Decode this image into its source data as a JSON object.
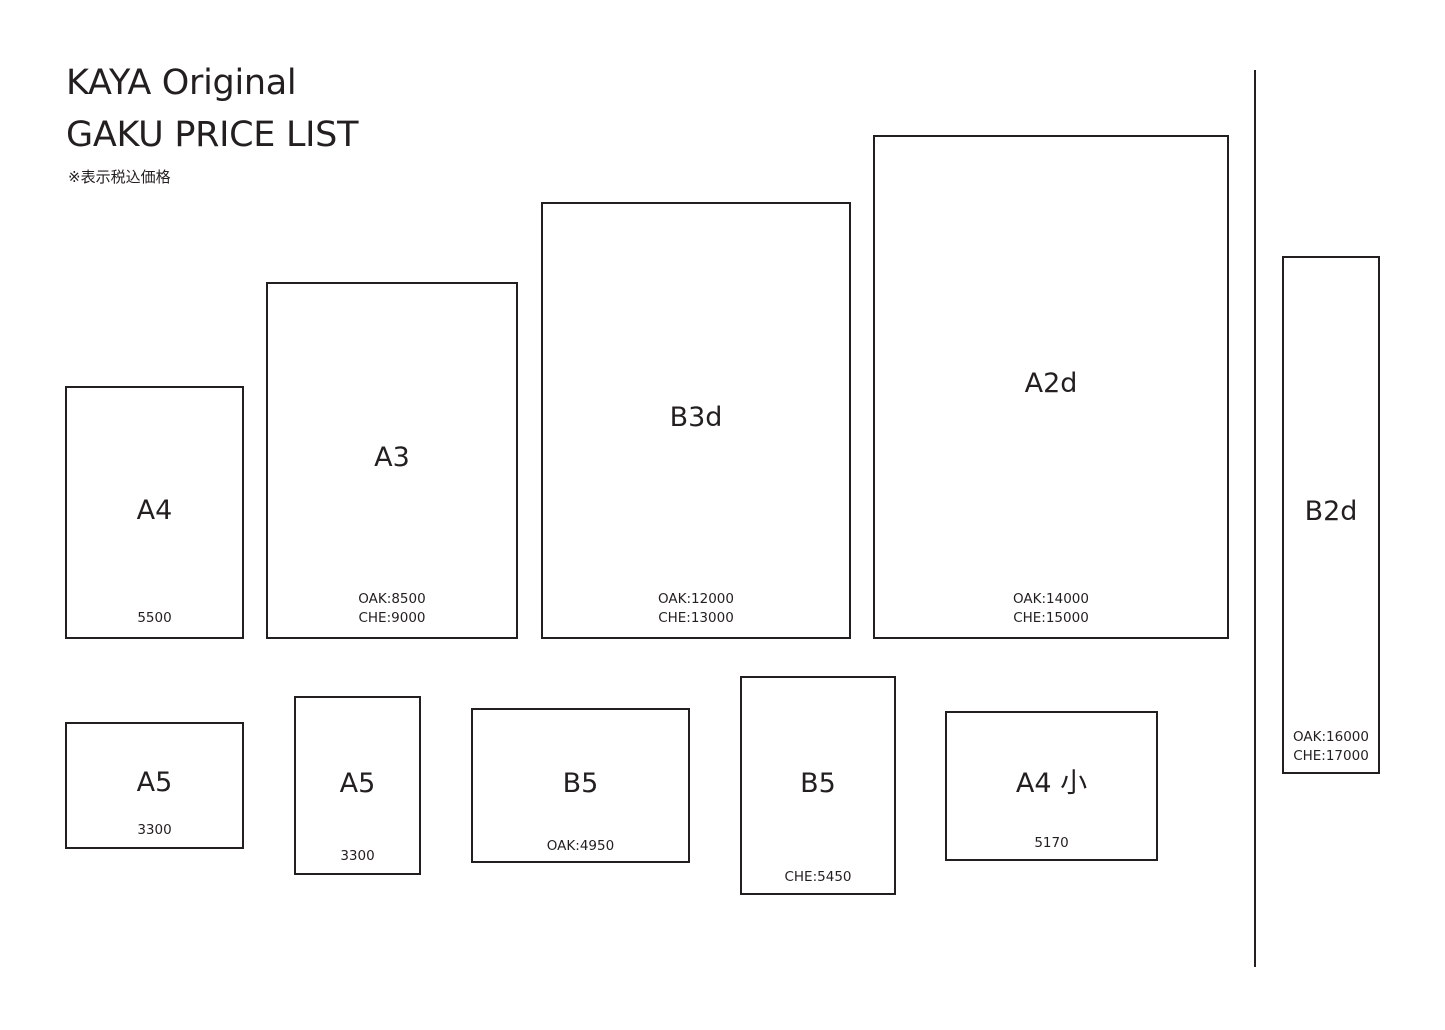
{
  "header": {
    "title_line1": "KAYA Original",
    "title_line2": "GAKU PRICE LIST",
    "note": "※表示税込価格"
  },
  "frames": {
    "a4": {
      "label": "A4",
      "prices": [
        "5500"
      ]
    },
    "a3": {
      "label": "A3",
      "prices": [
        "OAK:8500",
        "CHE:9000"
      ]
    },
    "b3d": {
      "label": "B3d",
      "prices": [
        "OAK:12000",
        "CHE:13000"
      ]
    },
    "a2d": {
      "label": "A2d",
      "prices": [
        "OAK:14000",
        "CHE:15000"
      ]
    },
    "b2d": {
      "label": "B2d",
      "prices": [
        "OAK:16000",
        "CHE:17000"
      ]
    },
    "a5_landscape": {
      "label": "A5",
      "prices": [
        "3300"
      ]
    },
    "a5_portrait": {
      "label": "A5",
      "prices": [
        "3300"
      ]
    },
    "b5_landscape": {
      "label": "B5",
      "prices": [
        "OAK:4950"
      ]
    },
    "b5_portrait": {
      "label": "B5",
      "prices": [
        "CHE:5450"
      ]
    },
    "a4_small": {
      "label": "A4 小",
      "prices": [
        "5170"
      ]
    }
  }
}
